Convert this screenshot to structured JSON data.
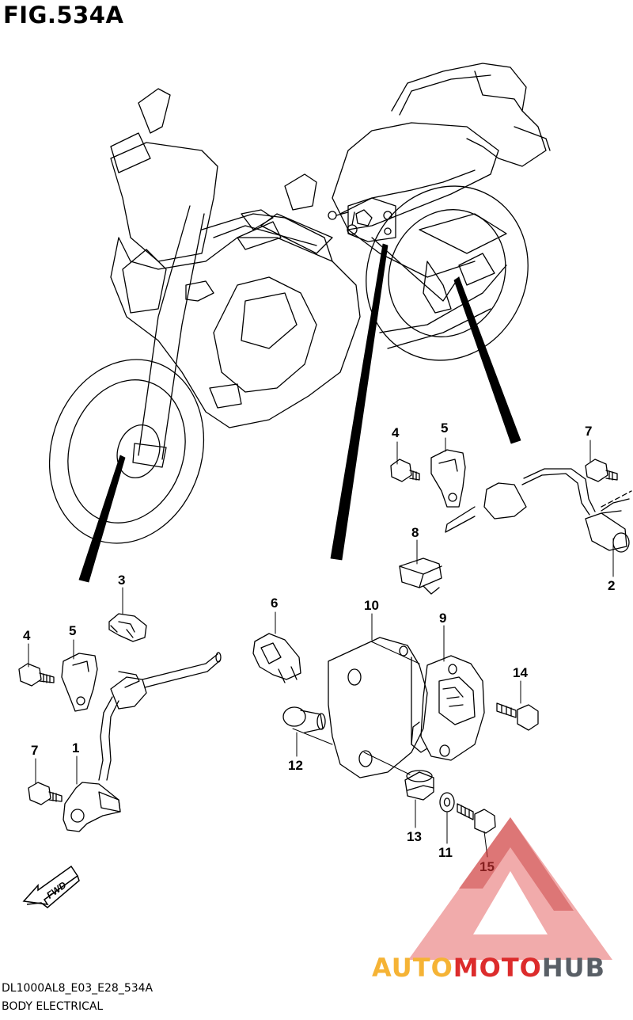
{
  "figure": {
    "title": "FIG.534A"
  },
  "footer": {
    "code": "DL1000AL8_E03_E28_534A",
    "description": "BODY ELECTRICAL"
  },
  "fwd_label": "FWD",
  "watermark": {
    "part1": "AUTO",
    "part2": "MOTO",
    "part3": "HUB"
  },
  "callouts": [
    "1",
    "2",
    "3",
    "4",
    "4",
    "5",
    "5",
    "6",
    "7",
    "7",
    "8",
    "9",
    "10",
    "11",
    "12",
    "13",
    "14",
    "15"
  ]
}
